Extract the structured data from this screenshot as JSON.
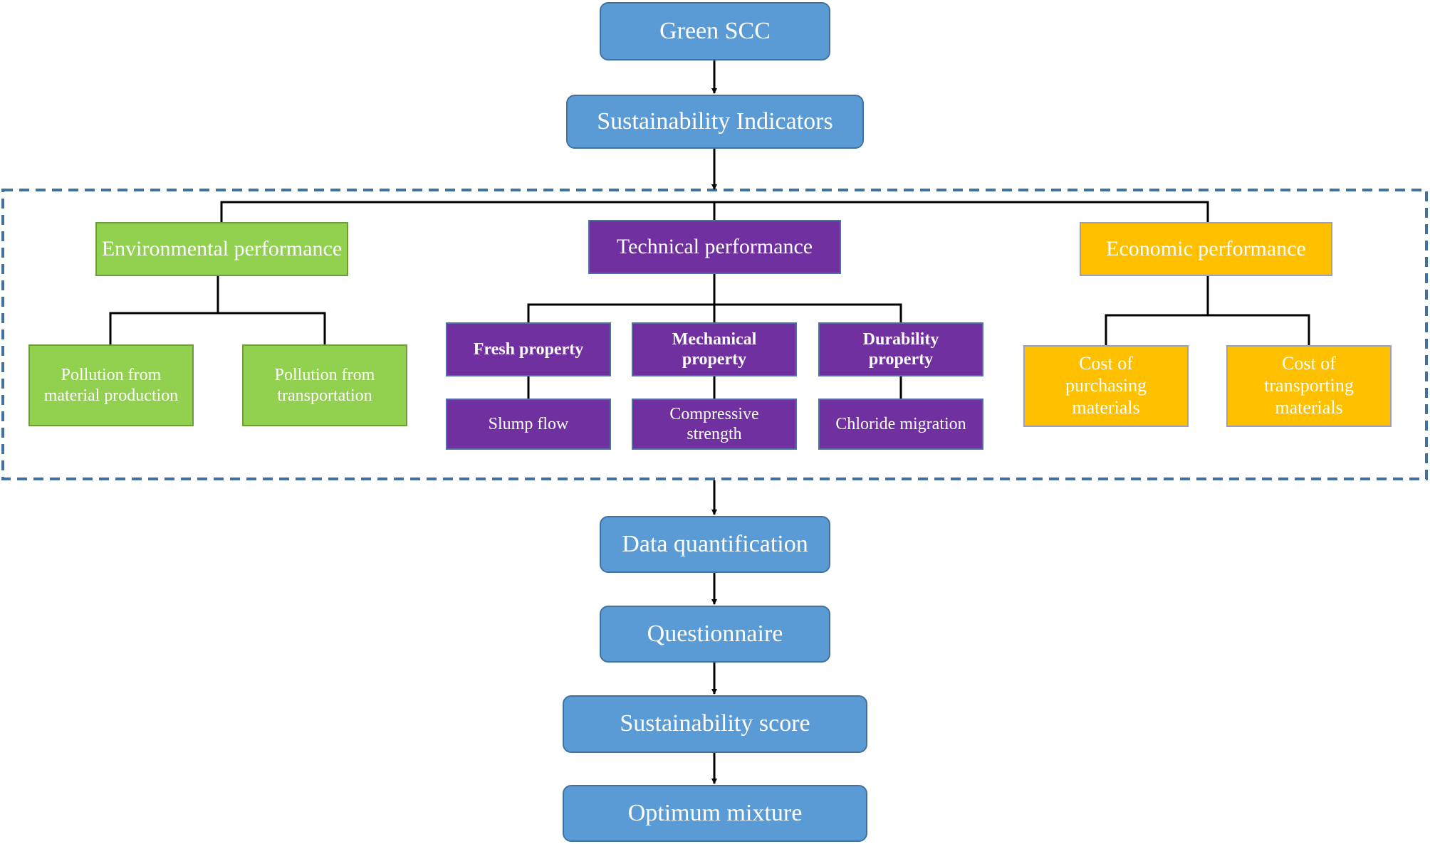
{
  "colors": {
    "flow_box": "#5b9bd5",
    "environmental": "#92d050",
    "technical": "#7030a0",
    "economic": "#ffc000",
    "dashed_frame": "#41719c",
    "connector": "#000000"
  },
  "flow": {
    "green_scc": "Green SCC",
    "sustainability_indicators": "Sustainability Indicators",
    "data_quantification": "Data quantification",
    "questionnaire": "Questionnaire",
    "sustainability_score": "Sustainability score",
    "optimum_mixture": "Optimum mixture"
  },
  "environmental": {
    "title": "Environmental performance",
    "material_production": {
      "line1": "Pollution from",
      "line2": "material production"
    },
    "transportation": {
      "line1": "Pollution from",
      "line2": "transportation"
    }
  },
  "technical": {
    "title": "Technical performance",
    "fresh": {
      "title": "Fresh property",
      "metric": "Slump flow"
    },
    "mechanical": {
      "title1": "Mechanical",
      "title2": "property",
      "metric1": "Compressive",
      "metric2": "strength"
    },
    "durability": {
      "title1": "Durability",
      "title2": "property",
      "metric": "Chloride migration"
    }
  },
  "economic": {
    "title": "Economic performance",
    "purchasing": {
      "line1": "Cost of",
      "line2": "purchasing",
      "line3": "materials"
    },
    "transporting": {
      "line1": "Cost of",
      "line2": "transporting",
      "line3": "materials"
    }
  }
}
